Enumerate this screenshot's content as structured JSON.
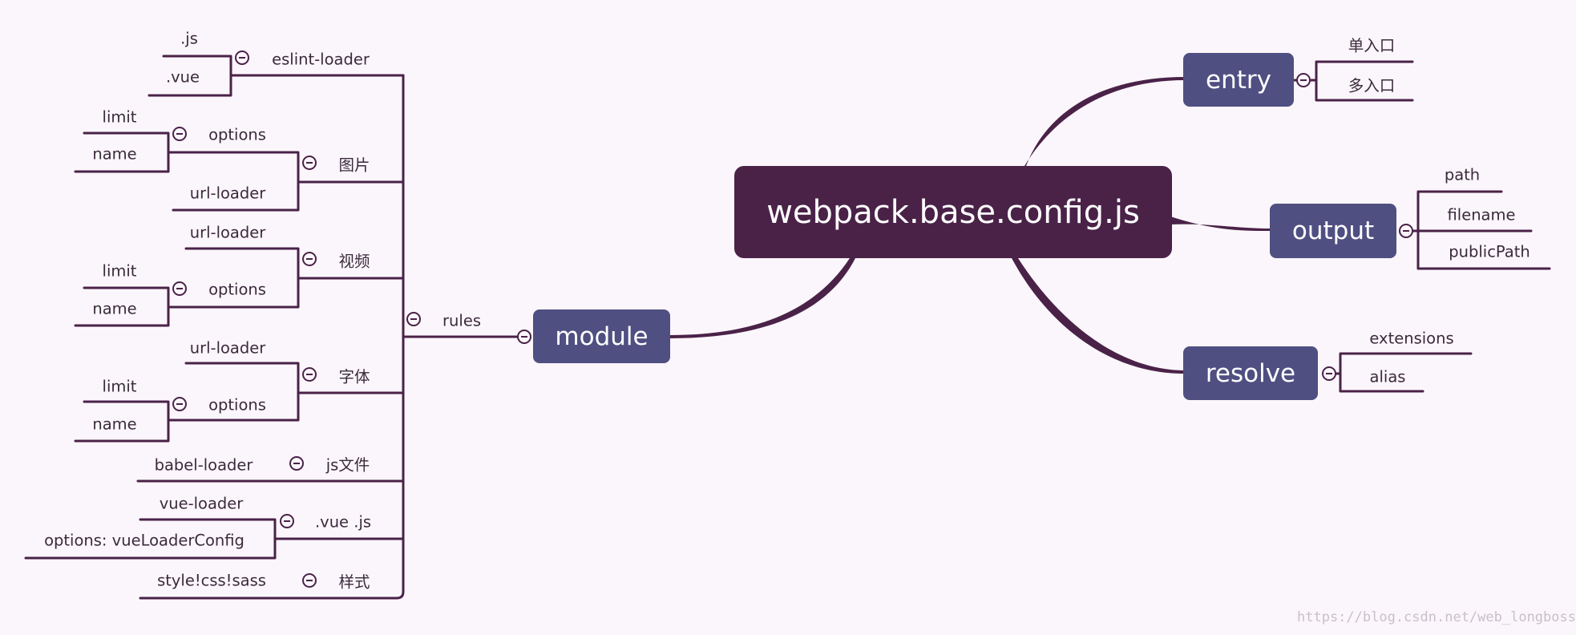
{
  "colors": {
    "background": "#fbf6fb",
    "root": "#4a2248",
    "branch": "#4f4f82",
    "line": "#4a2248",
    "text": "#3a2a3c"
  },
  "root": "webpack.base.config.js",
  "entry": {
    "title": "entry",
    "items": [
      "单入口",
      "多入口"
    ]
  },
  "output": {
    "title": "output",
    "items": [
      "path",
      "filename",
      "publicPath"
    ]
  },
  "resolve": {
    "title": "resolve",
    "items": [
      "extensions",
      "alias"
    ]
  },
  "module": {
    "title": "module",
    "rules_label": "rules",
    "eslint": {
      "label": "eslint-loader",
      "items": [
        ".js",
        ".vue"
      ]
    },
    "image": {
      "label": "图片",
      "loader": "url-loader",
      "options_label": "options",
      "options": [
        "limit",
        "name"
      ]
    },
    "video": {
      "label": "视频",
      "loader": "url-loader",
      "options_label": "options",
      "options": [
        "limit",
        "name"
      ]
    },
    "font": {
      "label": "字体",
      "loader": "url-loader",
      "options_label": "options",
      "options": [
        "limit",
        "name"
      ]
    },
    "js": {
      "label": "js文件",
      "loader": "babel-loader"
    },
    "vue": {
      "label": ".vue .js",
      "items": [
        "vue-loader",
        "options: vueLoaderConfig"
      ]
    },
    "style": {
      "label": "样式",
      "loader": "style!css!sass"
    }
  },
  "watermark": "https://blog.csdn.net/web_longboss"
}
